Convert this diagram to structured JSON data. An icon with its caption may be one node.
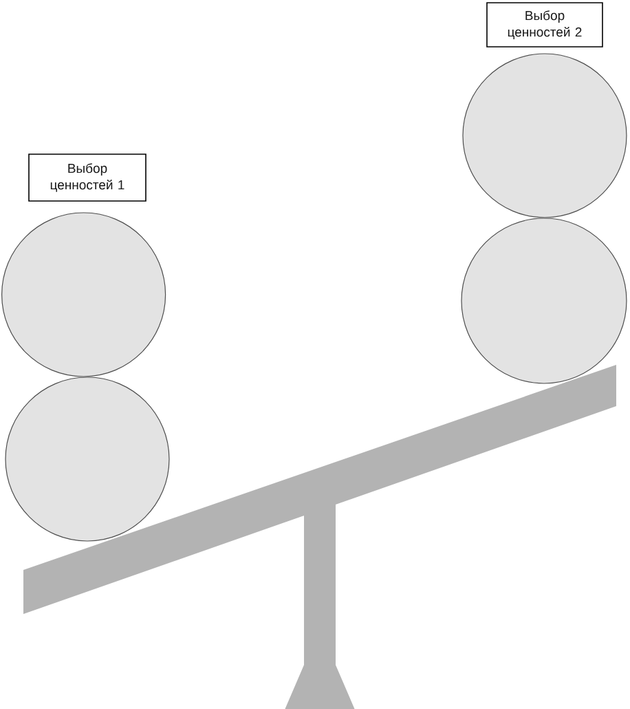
{
  "diagram": {
    "nodes": [
      {
        "text": [
          "Выбор ценностей 1"
        ]
      },
      {
        "text": [],
        "shape": "circle"
      },
      {
        "text": [],
        "shape": "circle"
      },
      {
        "text": [
          "Выбор ценностей 2"
        ]
      },
      {
        "text": [],
        "shape": "circle"
      },
      {
        "text": [],
        "shape": "circle"
      }
    ]
  }
}
